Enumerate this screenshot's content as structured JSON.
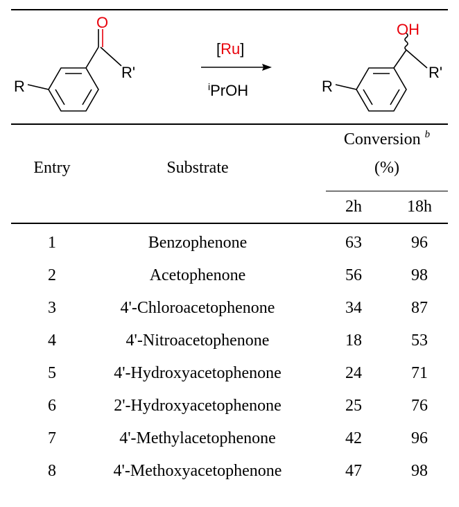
{
  "scheme": {
    "reactant_labels": {
      "r": "R",
      "r_prime": "R'",
      "oxygen": "O"
    },
    "reagent": "[Ru]",
    "solvent_superscript": "i",
    "solvent": "PrOH",
    "product_labels": {
      "r": "R",
      "r_prime": "R'",
      "oh": "OH"
    },
    "colors": {
      "heteroatom": "#e8000b",
      "line": "#000000"
    }
  },
  "table": {
    "headers": {
      "entry": "Entry",
      "substrate": "Substrate",
      "conversion": "Conversion",
      "conversion_note": "b",
      "conversion_unit": "(%)",
      "time_2h": "2h",
      "time_18h": "18h"
    },
    "rows": [
      {
        "entry": "1",
        "substrate": "Benzophenone",
        "c2h": "63",
        "c18h": "96"
      },
      {
        "entry": "2",
        "substrate": "Acetophenone",
        "c2h": "56",
        "c18h": "98"
      },
      {
        "entry": "3",
        "substrate": "4'-Chloroacetophenone",
        "c2h": "34",
        "c18h": "87"
      },
      {
        "entry": "4",
        "substrate": "4'-Nitroacetophenone",
        "c2h": "18",
        "c18h": "53"
      },
      {
        "entry": "5",
        "substrate": "4'-Hydroxyacetophenone",
        "c2h": "24",
        "c18h": "71"
      },
      {
        "entry": "6",
        "substrate": "2'-Hydroxyacetophenone",
        "c2h": "25",
        "c18h": "76"
      },
      {
        "entry": "7",
        "substrate": "4'-Methylacetophenone",
        "c2h": "42",
        "c18h": "96"
      },
      {
        "entry": "8",
        "substrate": "4'-Methoxyacetophenone",
        "c2h": "47",
        "c18h": "98"
      }
    ]
  }
}
